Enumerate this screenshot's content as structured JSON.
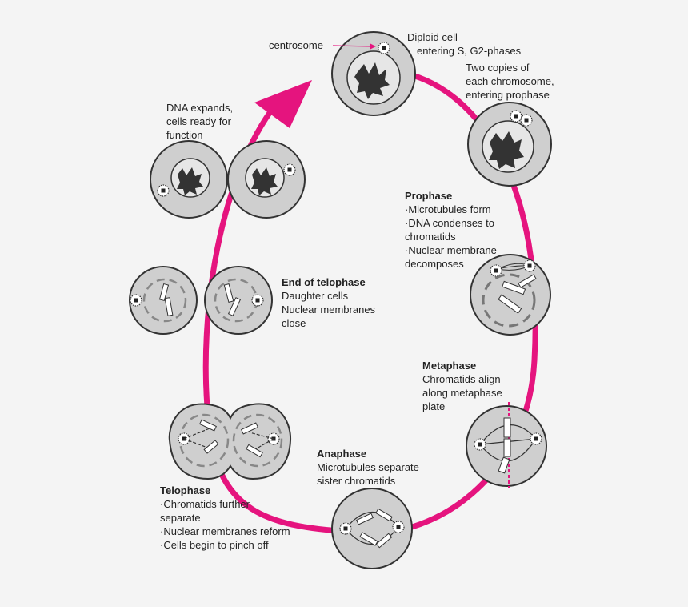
{
  "colors": {
    "cycle_arrow": "#e5147e",
    "cell_fill": "#cfcfcf",
    "nucleus_fill": "#e6e6e6",
    "outline": "#333333",
    "background": "#f4f4f4"
  },
  "labels": {
    "centrosome": "centrosome",
    "diploid": [
      "Diploid cell",
      "entering S, G2-phases"
    ],
    "two_copies": [
      "Two copies of",
      "each chromosome,",
      "entering prophase"
    ],
    "prophase": {
      "title": "Prophase",
      "lines": [
        "·Microtubules form",
        "·DNA condenses to",
        " chromatids",
        "·Nuclear membrane",
        " decomposes"
      ]
    },
    "metaphase": {
      "title": "Metaphase",
      "lines": [
        "Chromatids align",
        "along metaphase",
        "plate"
      ]
    },
    "anaphase": {
      "title": "Anaphase",
      "lines": [
        "Microtubules separate",
        "sister chromatids"
      ]
    },
    "telophase": {
      "title": "Telophase",
      "lines": [
        "·Chromatids further",
        " separate",
        "·Nuclear membranes reform",
        "·Cells begin to pinch off"
      ]
    },
    "end_telophase": {
      "title": "End of telophase",
      "lines": [
        "Daughter cells",
        "Nuclear membranes",
        "close"
      ]
    },
    "dna_expands": [
      "DNA expands,",
      "cells ready for",
      "function"
    ]
  },
  "icons": [
    "centrosome-icon",
    "chromosome-icon",
    "cycle-arrow-icon"
  ]
}
